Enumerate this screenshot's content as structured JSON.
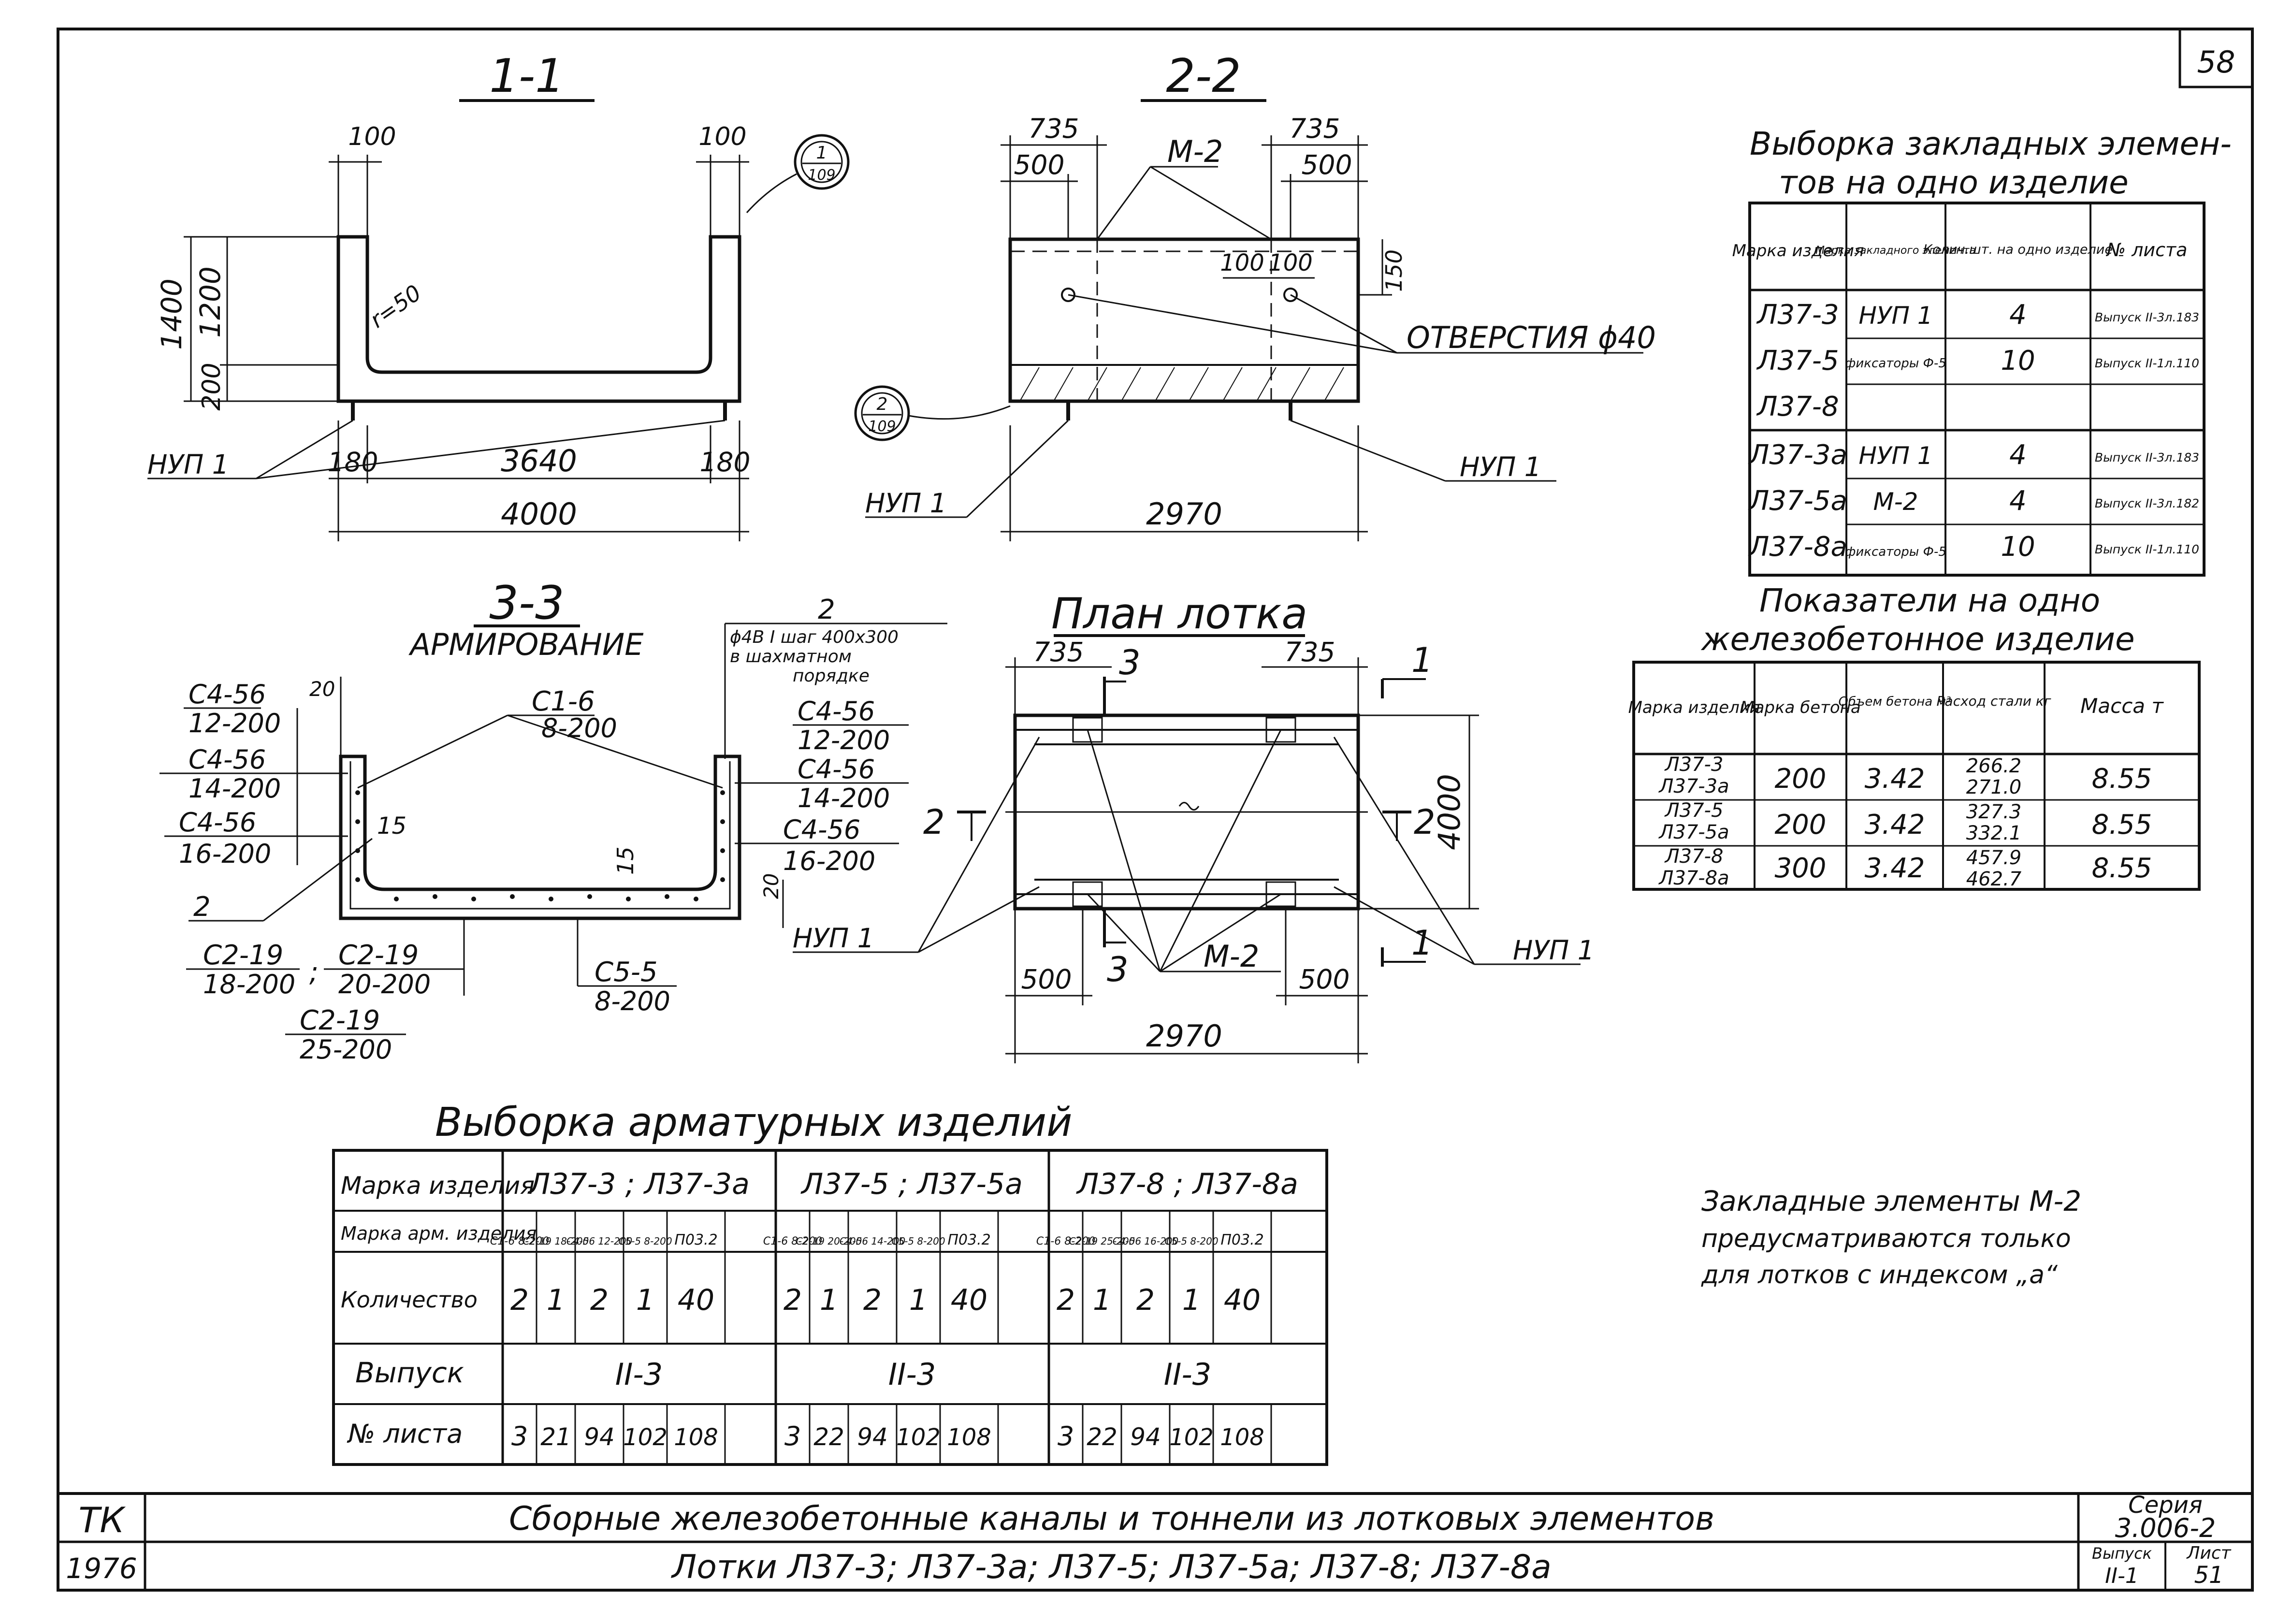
{
  "sheet_number": "58",
  "sections": {
    "s1": {
      "title": "1-1",
      "dims": [
        "100",
        "100",
        "1400",
        "1200",
        "200",
        "r=50",
        "180",
        "3640",
        "180",
        "4000"
      ],
      "callout": {
        "num": "1",
        "sheet": "109"
      },
      "label": "НУП 1"
    },
    "s2": {
      "title": "2-2",
      "dims": [
        "735",
        "735",
        "500",
        "500",
        "100",
        "100",
        "150",
        "2970"
      ],
      "m2": "М-2",
      "holes": "ОТВЕРСТИЯ ϕ40",
      "callout": {
        "num": "2",
        "sheet": "109"
      },
      "nup_left": "НУП 1",
      "nup_right": "НУП 1"
    },
    "s3": {
      "title": "3-3",
      "subtitle": "АРМИРОВАНИЕ",
      "note_num": "2",
      "note": [
        "ϕ4В I шаг 400x300",
        "в шахматном",
        "порядке"
      ],
      "left_labels": [
        {
          "top": "С4-56",
          "bottom": "12-200"
        },
        {
          "top": "С4-56",
          "bottom": "14-200"
        },
        {
          "top": "С4-56",
          "bottom": "16-200"
        }
      ],
      "right_labels": [
        {
          "top": "С4-56",
          "bottom": "12-200"
        },
        {
          "top": "С4-56",
          "bottom": "14-200"
        },
        {
          "top": "С4-56",
          "bottom": "16-200"
        }
      ],
      "c16": {
        "top": "С1-6",
        "bottom": "8-200"
      },
      "c219a": {
        "top": "С2-19",
        "bottom": "18-200"
      },
      "sep": ";",
      "c219b": {
        "top": "С2-19",
        "bottom": "20-200"
      },
      "c219c": {
        "top": "С2-19",
        "bottom": "25-200"
      },
      "c55": {
        "top": "С5-5",
        "bottom": "8-200"
      },
      "dims": [
        "20",
        "15",
        "15",
        "20"
      ],
      "mark2": "2"
    },
    "plan": {
      "title": "План лотка",
      "dims": [
        "735",
        "735",
        "500",
        "500",
        "4000",
        "2970"
      ],
      "cut_labels": [
        "1",
        "1",
        "2",
        "2",
        "3",
        "3"
      ],
      "m2": "М-2",
      "nup": "НУП 1"
    }
  },
  "embedded_table": {
    "title_line1": "Выборка закладных элемен-",
    "title_line2": "тов на одно изделие",
    "headers": [
      "Марка изделия",
      "Марка закладного элемента",
      "Колич.шт. на одно изделие",
      "№ листа"
    ],
    "group1": {
      "marks": [
        "Л37-3",
        "Л37-5",
        "Л37-8"
      ],
      "rows": [
        {
          "el": "НУП 1",
          "qty": "4",
          "sheet": "Выпуск II-3л.183"
        },
        {
          "el": "фиксаторы Ф-5",
          "qty": "10",
          "sheet": "Выпуск II-1л.110"
        }
      ]
    },
    "group2": {
      "marks": [
        "Л37-3а",
        "Л37-5а",
        "Л37-8а"
      ],
      "rows": [
        {
          "el": "НУП 1",
          "qty": "4",
          "sheet": "Выпуск II-3л.183"
        },
        {
          "el": "М-2",
          "qty": "4",
          "sheet": "Выпуск II-3л.182"
        },
        {
          "el": "фиксаторы Ф-5",
          "qty": "10",
          "sheet": "Выпуск II-1л.110"
        }
      ]
    }
  },
  "indicators_table": {
    "title_line1": "Показатели на одно",
    "title_line2": "железобетонное изделие",
    "headers": [
      "Марка изделия",
      "Марка бетона",
      "Объем бетона м³",
      "Расход стали кг",
      "Масса т"
    ],
    "rows": [
      {
        "marks": [
          "Л37-3",
          "Л37-3а"
        ],
        "concrete": "200",
        "volume": "3.42",
        "steel": [
          "266.2",
          "271.0"
        ],
        "mass": "8.55"
      },
      {
        "marks": [
          "Л37-5",
          "Л37-5а"
        ],
        "concrete": "200",
        "volume": "3.42",
        "steel": [
          "327.3",
          "332.1"
        ],
        "mass": "8.55"
      },
      {
        "marks": [
          "Л37-8",
          "Л37-8а"
        ],
        "concrete": "300",
        "volume": "3.42",
        "steel": [
          "457.9",
          "462.7"
        ],
        "mass": "8.55"
      }
    ]
  },
  "rebar_table": {
    "title": "Выборка арматурных изделий",
    "row_labels": [
      "Марка изделия",
      "Марка арм. изделия",
      "Количество",
      "Выпуск",
      "№ листа"
    ],
    "groups": [
      {
        "name": "Л37-3 ; Л37-3а",
        "marks": [
          "С1-6 8-200",
          "С2-19 18-200",
          "С4-56 12-200",
          "С5-5 8-200",
          "П03.2"
        ],
        "qty": [
          "2",
          "1",
          "2",
          "1",
          "40"
        ],
        "issue": "II-3",
        "sheets": [
          "3",
          "21",
          "94",
          "102",
          "108"
        ]
      },
      {
        "name": "Л37-5 ; Л37-5а",
        "marks": [
          "С1-6 8-200",
          "С2-19 20-200",
          "С4-56 14-200",
          "С5-5 8-200",
          "П03.2"
        ],
        "qty": [
          "2",
          "1",
          "2",
          "1",
          "40"
        ],
        "issue": "II-3",
        "sheets": [
          "3",
          "22",
          "94",
          "102",
          "108"
        ]
      },
      {
        "name": "Л37-8 ; Л37-8а",
        "marks": [
          "С1-6 8-200",
          "С2-19 25-200",
          "С4-56 16-200",
          "С5-5 8-200",
          "П03.2"
        ],
        "qty": [
          "2",
          "1",
          "2",
          "1",
          "40"
        ],
        "issue": "II-3",
        "sheets": [
          "3",
          "22",
          "94",
          "102",
          "108"
        ]
      }
    ]
  },
  "note": [
    "Закладные элементы М-2",
    "предусматриваются только",
    "для лотков с индексом „а“"
  ],
  "title_block": {
    "org": "ТК",
    "year": "1976",
    "title": "Сборные железобетонные каналы и тоннели из лотковых элементов",
    "subtitle": "Лотки Л37-3; Л37-3а; Л37-5; Л37-5а; Л37-8; Л37-8а",
    "series_label": "Серия",
    "series": "3.006-2",
    "issue_label": "Выпуск",
    "issue": "II-1",
    "sheet_label": "Лист",
    "sheet": "51"
  }
}
